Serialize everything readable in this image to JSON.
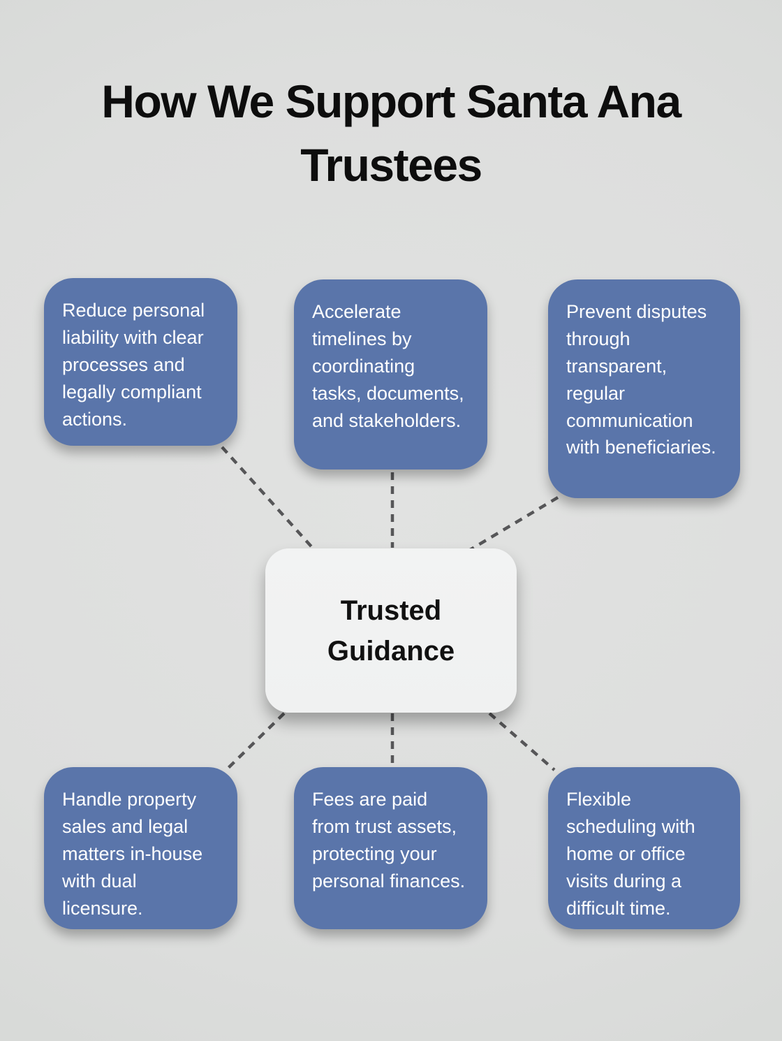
{
  "title": "How We Support Santa Ana Trustees",
  "center_node": {
    "label": "Trusted Guidance"
  },
  "benefit_nodes": [
    {
      "text": "Reduce personal liability with clear processes and legally compliant actions."
    },
    {
      "text": "Accelerate timelines by coordinating tasks, documents, and stakeholders."
    },
    {
      "text": "Prevent disputes through transparent, regular communication with beneficiaries."
    },
    {
      "text": "Handle property sales and legal matters in-house with dual licensure."
    },
    {
      "text": "Fees are paid from trust assets, protecting your personal finances."
    },
    {
      "text": "Flexible scheduling with home or office visits during a difficult time."
    }
  ],
  "connections": [
    {
      "from": "center_node",
      "to": "benefit_nodes.0"
    },
    {
      "from": "center_node",
      "to": "benefit_nodes.1"
    },
    {
      "from": "center_node",
      "to": "benefit_nodes.2"
    },
    {
      "from": "center_node",
      "to": "benefit_nodes.3"
    },
    {
      "from": "center_node",
      "to": "benefit_nodes.4"
    },
    {
      "from": "center_node",
      "to": "benefit_nodes.5"
    }
  ],
  "colors": {
    "background": "#dddedd",
    "node_fill": "#5a75aa",
    "node_text": "#ffffff",
    "center_fill": "#f0f1f1",
    "center_text": "#111111",
    "connector": "#565658",
    "title_text": "#0d0d0d"
  }
}
